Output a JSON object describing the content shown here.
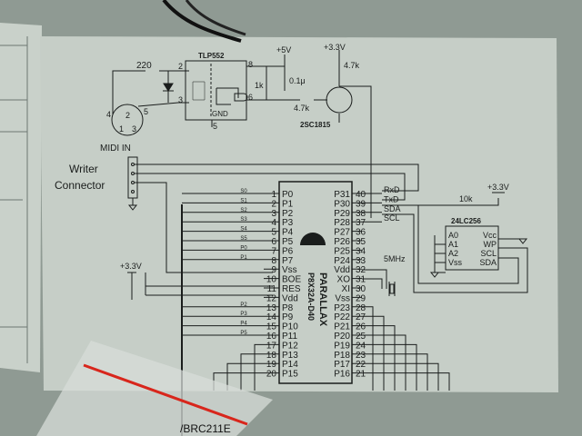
{
  "midi": {
    "title": "MIDI IN",
    "r_label": "220",
    "pin4": "4",
    "pin5": "5",
    "pin2": "2",
    "pin1": "1",
    "pin3": "3"
  },
  "opto": {
    "name": "TLP552",
    "pin2": "2",
    "pin3": "3",
    "pin8": "8",
    "pin6": "6",
    "pin5": "5",
    "gnd": "GND"
  },
  "supply": {
    "v5": "+5V",
    "v33a": "+3.3V",
    "v33b": "+3.3V",
    "v33c": "+3.3V",
    "cap": "0.1μ",
    "r1k": "1k",
    "r47a": "4.7k",
    "r47b": "4.7k",
    "transistor": "2SC1815"
  },
  "writer": {
    "line1": "Writer",
    "line2": "Connector"
  },
  "chip": {
    "brand": "PARALLAX",
    "part": "P8X32A-D40",
    "left_pins": [
      {
        "num": "1",
        "name": "P0",
        "sig": "S0"
      },
      {
        "num": "2",
        "name": "P1",
        "sig": "S1"
      },
      {
        "num": "3",
        "name": "P2",
        "sig": "S2"
      },
      {
        "num": "4",
        "name": "P3",
        "sig": "S3"
      },
      {
        "num": "5",
        "name": "P4",
        "sig": "S4"
      },
      {
        "num": "6",
        "name": "P5",
        "sig": "S5"
      },
      {
        "num": "7",
        "name": "P6",
        "sig": "P0"
      },
      {
        "num": "8",
        "name": "P7",
        "sig": "P1"
      },
      {
        "num": "9",
        "name": "Vss",
        "sig": ""
      },
      {
        "num": "10",
        "name": "BOE",
        "sig": ""
      },
      {
        "num": "11",
        "name": "RES",
        "sig": ""
      },
      {
        "num": "12",
        "name": "Vdd",
        "sig": ""
      },
      {
        "num": "13",
        "name": "P8",
        "sig": "P2"
      },
      {
        "num": "14",
        "name": "P9",
        "sig": "P3"
      },
      {
        "num": "15",
        "name": "P10",
        "sig": "P4"
      },
      {
        "num": "16",
        "name": "P11",
        "sig": "P5"
      },
      {
        "num": "17",
        "name": "P12",
        "sig": ""
      },
      {
        "num": "18",
        "name": "P13",
        "sig": ""
      },
      {
        "num": "19",
        "name": "P14",
        "sig": ""
      },
      {
        "num": "20",
        "name": "P15",
        "sig": ""
      }
    ],
    "right_pins": [
      {
        "num": "40",
        "name": "P31",
        "sig": "RxD"
      },
      {
        "num": "39",
        "name": "P30",
        "sig": "TxD"
      },
      {
        "num": "38",
        "name": "P29",
        "sig": "SDA"
      },
      {
        "num": "37",
        "name": "P28",
        "sig": "SCL"
      },
      {
        "num": "36",
        "name": "P27",
        "sig": ""
      },
      {
        "num": "35",
        "name": "P26",
        "sig": ""
      },
      {
        "num": "34",
        "name": "P25",
        "sig": ""
      },
      {
        "num": "33",
        "name": "P24",
        "sig": ""
      },
      {
        "num": "32",
        "name": "Vdd",
        "sig": ""
      },
      {
        "num": "31",
        "name": "XO",
        "sig": ""
      },
      {
        "num": "30",
        "name": "XI",
        "sig": ""
      },
      {
        "num": "29",
        "name": "Vss",
        "sig": ""
      },
      {
        "num": "28",
        "name": "P23",
        "sig": ""
      },
      {
        "num": "27",
        "name": "P22",
        "sig": ""
      },
      {
        "num": "26",
        "name": "P21",
        "sig": ""
      },
      {
        "num": "25",
        "name": "P20",
        "sig": ""
      },
      {
        "num": "24",
        "name": "P19",
        "sig": ""
      },
      {
        "num": "23",
        "name": "P18",
        "sig": ""
      },
      {
        "num": "22",
        "name": "P17",
        "sig": ""
      },
      {
        "num": "21",
        "name": "P16",
        "sig": ""
      }
    ]
  },
  "crystal": {
    "label": "5MHz"
  },
  "eeprom": {
    "name": "24LC256",
    "r_label": "10k",
    "left": [
      "A0",
      "A1",
      "A2",
      "Vss"
    ],
    "right": [
      "Vcc",
      "WP",
      "SCL",
      "SDA"
    ]
  },
  "bag": {
    "text": "/BRC211E"
  }
}
